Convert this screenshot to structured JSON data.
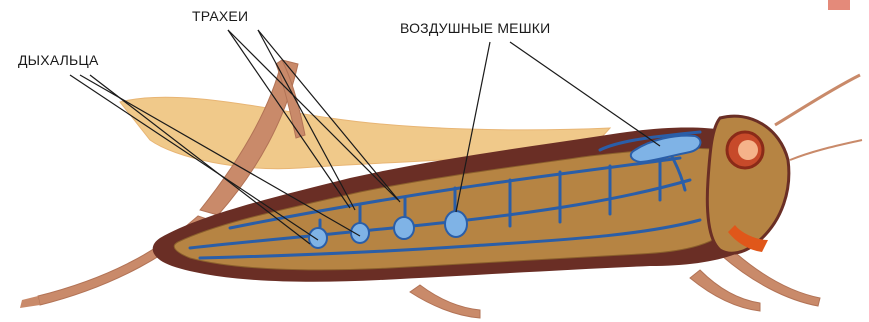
{
  "labels": {
    "trachei": "ТРАХЕИ",
    "air_sacs": "ВОЗДУШНЫЕ МЕШКИ",
    "spiracles": "ДЫХАЛЬЦА"
  },
  "colors": {
    "wing": "#f0c98a",
    "leg": "#c98a6a",
    "body_outline": "#6a2e25",
    "abdomen": "#b68443",
    "trachea": "#2a5ea8",
    "air_sac": "#7fb3e6",
    "eye": "#c74a2a",
    "line": "#1a1a1a"
  }
}
